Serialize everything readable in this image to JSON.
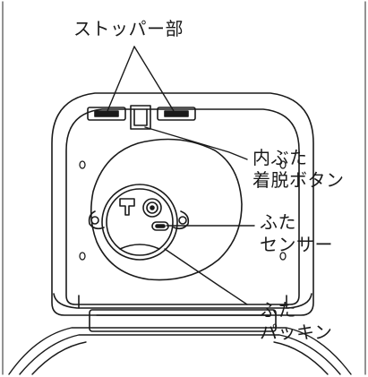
{
  "labels": {
    "stopper": "ストッパー部",
    "inner_lid_button": {
      "line1": "内ぶた",
      "line2": "着脱ボタン"
    },
    "lid_sensor": {
      "line1": "ふた",
      "line2": "センサー"
    },
    "lid_packing": {
      "line1": "ふた",
      "line2": "パッキン"
    }
  },
  "colors": {
    "line": "#1a1a1a",
    "panel": "#ffffff",
    "frame": "#4a4a4a"
  }
}
